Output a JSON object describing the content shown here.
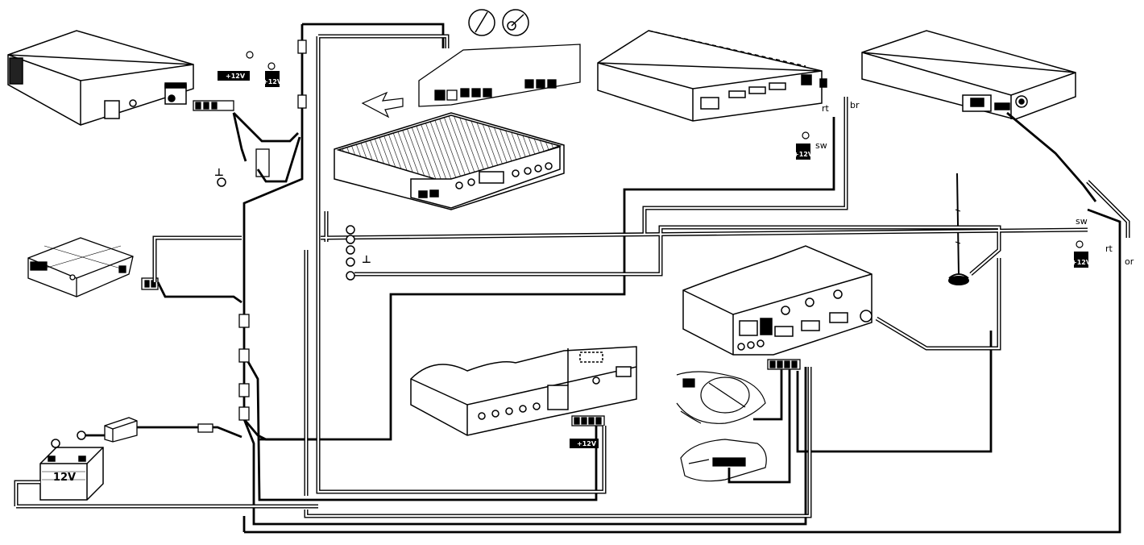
{
  "labels": {
    "plus12v": "+12V",
    "battery": "12V",
    "sw": "sw",
    "rt": "rt",
    "br": "br",
    "or": "or",
    "ground": "⊥"
  }
}
